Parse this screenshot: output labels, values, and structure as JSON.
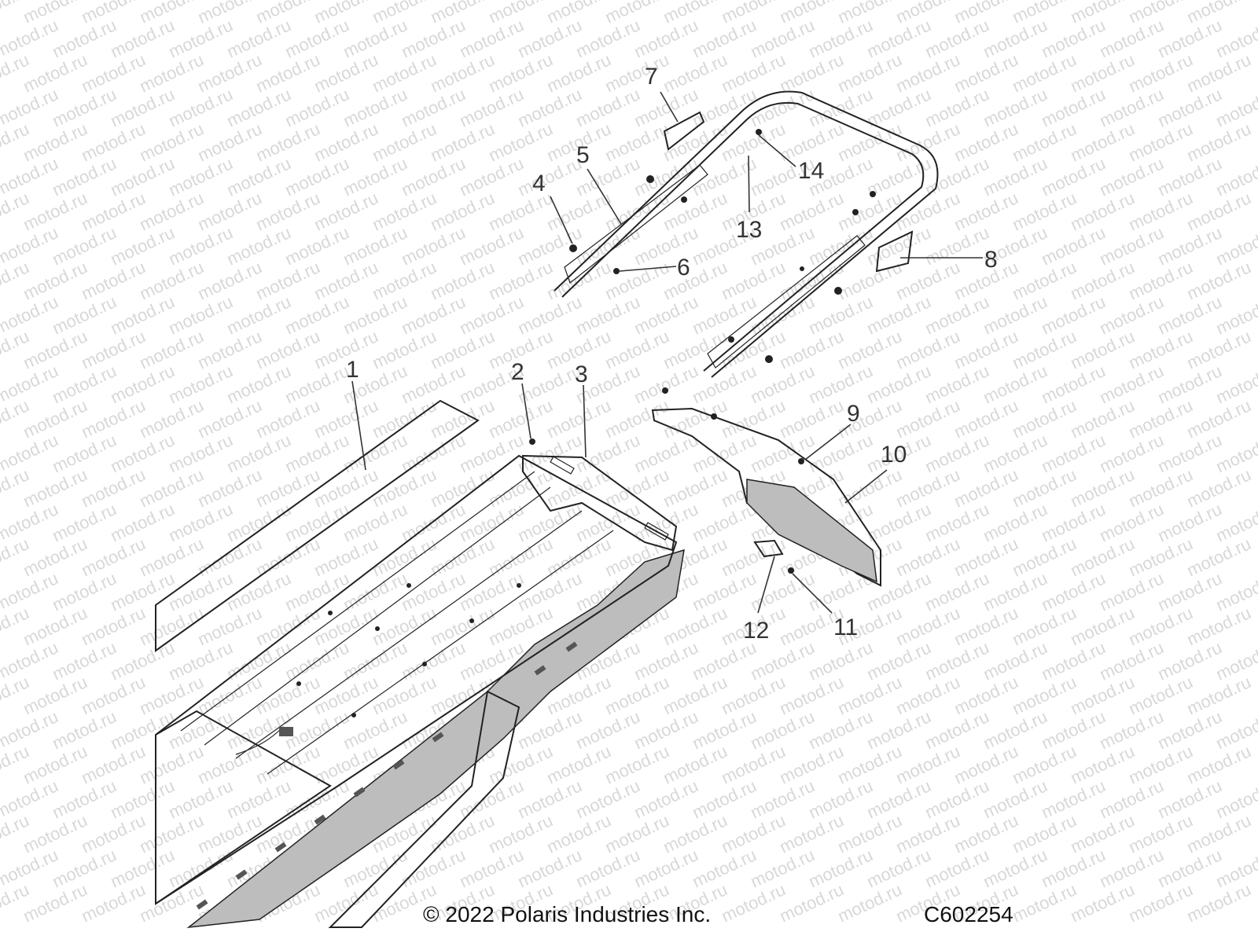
{
  "watermark": {
    "text": "motod.ru"
  },
  "callouts": [
    {
      "number": "1"
    },
    {
      "number": "2"
    },
    {
      "number": "3"
    },
    {
      "number": "4"
    },
    {
      "number": "5"
    },
    {
      "number": "6"
    },
    {
      "number": "7"
    },
    {
      "number": "8"
    },
    {
      "number": "9"
    },
    {
      "number": "10"
    },
    {
      "number": "11"
    },
    {
      "number": "12"
    },
    {
      "number": "13"
    },
    {
      "number": "14"
    }
  ],
  "footer": {
    "copyright": "© 2022 Polaris Industries Inc.",
    "figure_code": "C602254"
  },
  "colors": {
    "line": "#222222",
    "shade": "#bdbdbd",
    "watermark": "#d8d8d8"
  }
}
